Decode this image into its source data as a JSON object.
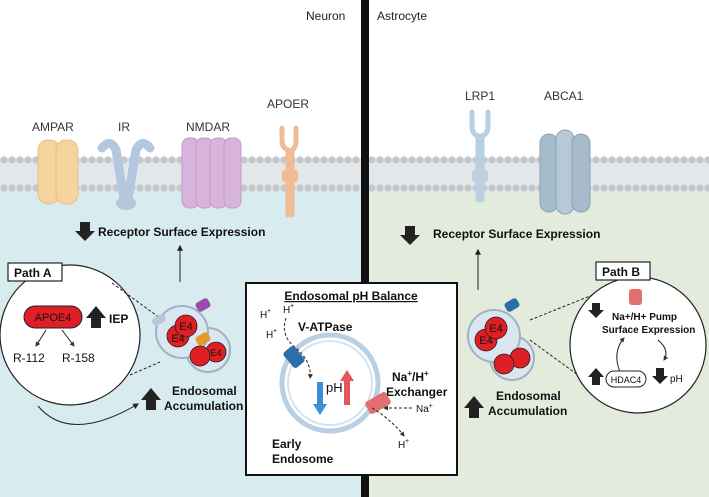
{
  "sections": {
    "neuron": "Neuron",
    "astrocyte": "Astrocyte"
  },
  "receptors": {
    "ampar": "AMPAR",
    "ir": "IR",
    "nmdar": "NMDAR",
    "apoer": "APOER",
    "lrp1": "LRP1",
    "abca1": "ABCA1"
  },
  "neuron_side": {
    "surface_expression": "Receptor Surface Expression",
    "path_label": "Path A",
    "apoe4": "APOE4",
    "iep": "IEP",
    "cleavage_1": "R-112",
    "cleavage_2": "R-158",
    "endosome_marker": "E4",
    "accumulation_line1": "Endosomal",
    "accumulation_line2": "Accumulation"
  },
  "astrocyte_side": {
    "surface_expression": "Receptor Surface Expression",
    "path_label": "Path B",
    "pump_line1": "Na+/H+ Pump",
    "pump_line2": "Surface Expression",
    "hdac4": "HDAC4",
    "ph": "pH",
    "endosome_marker": "E4",
    "accumulation_line1": "Endosomal",
    "accumulation_line2": "Accumulation"
  },
  "center_box": {
    "title": "Endosomal pH Balance",
    "proton": "H",
    "proton_sup": "+",
    "vatpase": "V-ATPase",
    "ph": "pH",
    "exchanger_line1": "Na",
    "exchanger_line1_sup": "+",
    "exchanger_line1_rest": "/H",
    "exchanger_line1_sup2": "+",
    "exchanger_line2": "Exchanger",
    "sodium": "Na",
    "sodium_sup": "+",
    "early_line1": "Early",
    "early_line2": "Endosome"
  },
  "colors": {
    "neuron_bg": "#d8ebef",
    "astrocyte_bg": "#e2ebdc",
    "divider": "#111111",
    "membrane_head": "#c3c8cd",
    "membrane_tail": "#d9dde0",
    "apoe4_red": "#e01e25",
    "up_arrow_red": "#e8565d",
    "down_arrow_blue": "#3a8fd6",
    "ampar": "#f5d49e",
    "ir": "#b3c7df",
    "nmdar": "#d8b4dc",
    "apoer": "#f0bc96",
    "lrp1": "#b8d0e2",
    "abca1": "#a7bccb",
    "vatpase": "#2c6fa8",
    "exchanger": "#e07070"
  }
}
